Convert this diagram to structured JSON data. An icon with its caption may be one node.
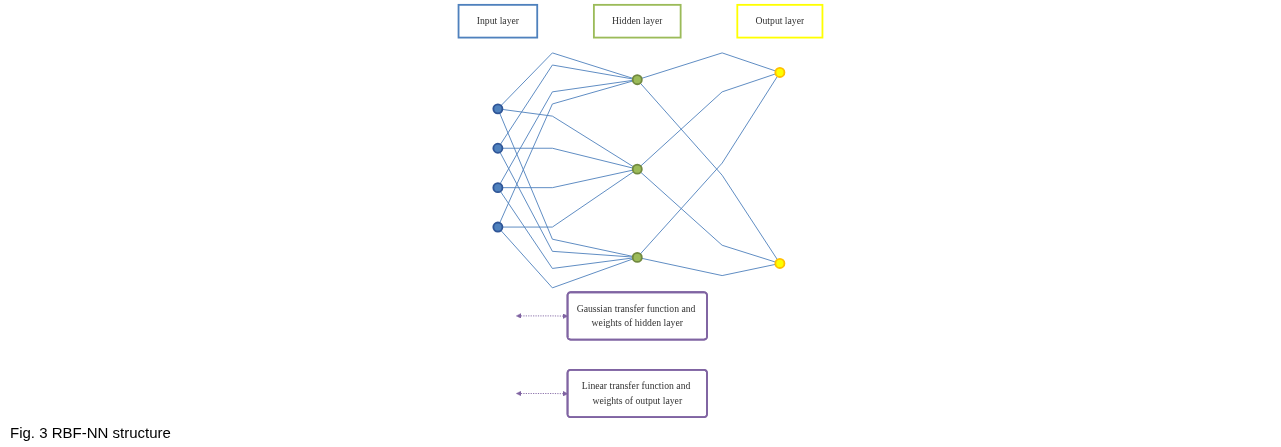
{
  "diagram": {
    "caption": "Fig. 3 RBF-NN structure",
    "nodes": [
      {
        "text": [
          "Input layer"
        ]
      },
      {
        "text": [
          "Hidden layer"
        ]
      },
      {
        "text": [
          "Output layer"
        ]
      },
      {
        "text": [],
        "shape": "circle"
      },
      {
        "text": [],
        "shape": "circle"
      },
      {
        "text": [],
        "shape": "circle"
      },
      {
        "text": [],
        "shape": "circle"
      },
      {
        "text": [],
        "shape": "circle"
      },
      {
        "text": [],
        "shape": "circle"
      },
      {
        "text": [],
        "shape": "circle"
      },
      {
        "text": [],
        "shape": "circle"
      },
      {
        "text": [],
        "shape": "circle"
      },
      {
        "text": [
          "Gaussian transfer function and weights of hidden layer"
        ]
      },
      {
        "text": [
          "Linear transfer function and weights of output layer"
        ]
      }
    ],
    "edges": [
      {
        "from": 3,
        "to": 7,
        "arrow": "none"
      },
      {
        "from": 3,
        "to": 8,
        "arrow": "none"
      },
      {
        "from": 3,
        "to": 9,
        "arrow": "none"
      },
      {
        "from": 4,
        "to": 7,
        "arrow": "none"
      },
      {
        "from": 4,
        "to": 8,
        "arrow": "none"
      },
      {
        "from": 4,
        "to": 9,
        "arrow": "none"
      },
      {
        "from": 5,
        "to": 7,
        "arrow": "none"
      },
      {
        "from": 5,
        "to": 8,
        "arrow": "none"
      },
      {
        "from": 5,
        "to": 9,
        "arrow": "none"
      },
      {
        "from": 6,
        "to": 7,
        "arrow": "none"
      },
      {
        "from": 6,
        "to": 8,
        "arrow": "none"
      },
      {
        "from": 6,
        "to": 9,
        "arrow": "none"
      },
      {
        "from": 7,
        "to": 10,
        "arrow": "none"
      },
      {
        "from": 7,
        "to": 11,
        "arrow": "none"
      },
      {
        "from": 8,
        "to": 10,
        "arrow": "none"
      },
      {
        "from": 8,
        "to": 11,
        "arrow": "none"
      },
      {
        "from": 9,
        "to": 10,
        "arrow": "none"
      },
      {
        "from": 9,
        "to": 11,
        "arrow": "none"
      },
      {
        "from": null,
        "to": 12,
        "arrow": "both",
        "style": "dashed",
        "color": "#8064a2"
      },
      {
        "from": null,
        "to": 13,
        "arrow": "both",
        "style": "dashed",
        "color": "#8064a2"
      }
    ]
  }
}
